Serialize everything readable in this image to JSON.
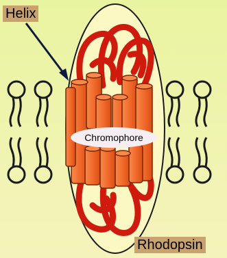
{
  "labels": {
    "helix": "Helix",
    "chromophore": "Chromophore",
    "rhodopsin": "Rhodopsin"
  },
  "colors": {
    "background_top": "#e9f4a0",
    "background_bottom": "#f5f3bc",
    "disc_membrane": "#fbf8c4",
    "disc_outline": "#1a1a1a",
    "helix_fill": "#f26a2c",
    "helix_outline": "#7a2400",
    "loop": "#cf1b0e",
    "lipid": "#1a1a1a",
    "label_box": "#c9a36f",
    "chromophore_fill": "#f6eef3"
  }
}
